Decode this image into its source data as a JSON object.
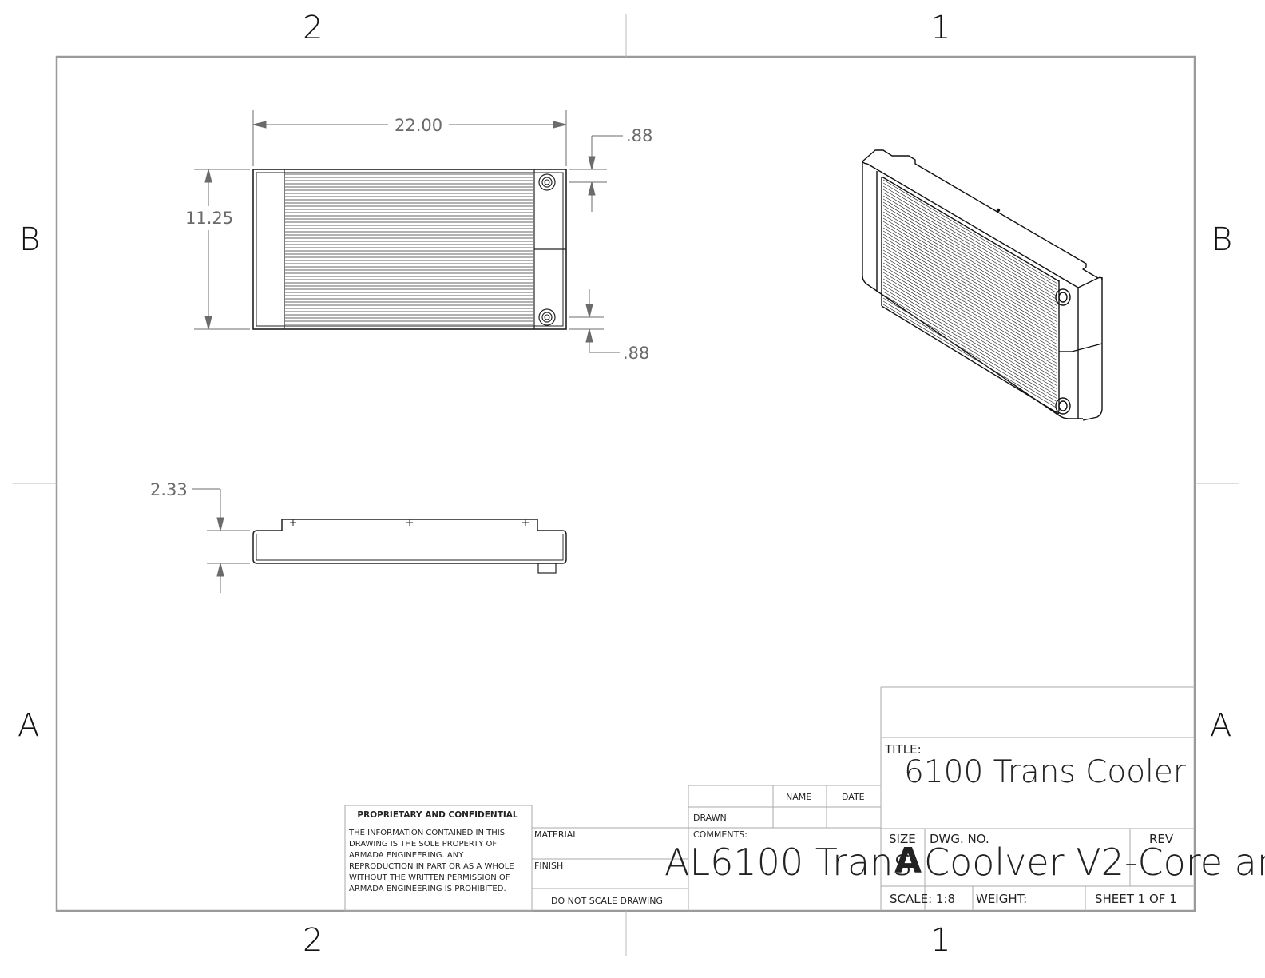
{
  "zones": {
    "top_left": "2",
    "top_right": "1",
    "bottom_left": "2",
    "bottom_right": "1",
    "left_upper": "B",
    "left_lower": "A",
    "right_upper": "B",
    "right_lower": "A"
  },
  "dimensions": {
    "width": "22.00",
    "height": "11.25",
    "port_offset_top": ".88",
    "port_offset_bottom": ".88",
    "thickness": "2.33"
  },
  "title_block": {
    "proprietary_title": "PROPRIETARY AND CONFIDENTIAL",
    "proprietary_text": "THE INFORMATION CONTAINED IN THIS DRAWING IS THE SOLE PROPERTY OF ARMADA ENGINEERING.  ANY REPRODUCTION IN PART OR AS A WHOLE WITHOUT THE WRITTEN PERMISSION OF ARMADA ENGINEERING IS PROHIBITED.",
    "material_label": "MATERIAL",
    "finish_label": "FINISH",
    "do_not_scale": "DO NOT SCALE DRAWING",
    "name_header": "NAME",
    "date_header": "DATE",
    "drawn_label": "DRAWN",
    "comments_label": "COMMENTS:",
    "title_label": "TITLE:",
    "title_value": "6100 Trans Cooler",
    "size_label": "SIZE",
    "size_value": "A",
    "dwg_no_label": "DWG.  NO.",
    "dwg_no_value": "AL6100 Trans Coolver V2-Core an",
    "rev_label": "REV",
    "scale_label": "SCALE: 1:8",
    "weight_label": "WEIGHT:",
    "sheet_label": "SHEET 1 OF 1"
  }
}
